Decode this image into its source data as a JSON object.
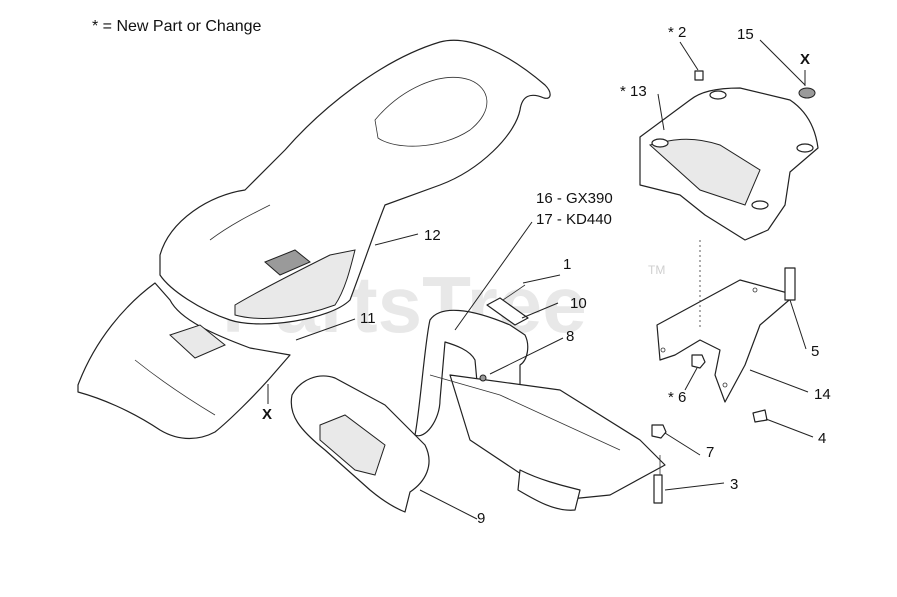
{
  "legend": "* = New Part or Change",
  "watermark": "PartsTree",
  "trademark": "TM",
  "callouts": [
    {
      "id": "c1",
      "text": "1"
    },
    {
      "id": "c2",
      "text": "* 2"
    },
    {
      "id": "c3",
      "text": "3"
    },
    {
      "id": "c4",
      "text": "4"
    },
    {
      "id": "c5",
      "text": "5"
    },
    {
      "id": "c6",
      "text": "* 6"
    },
    {
      "id": "c7",
      "text": "7"
    },
    {
      "id": "c8",
      "text": "8"
    },
    {
      "id": "c9",
      "text": "9"
    },
    {
      "id": "c10",
      "text": "10"
    },
    {
      "id": "c11",
      "text": "11"
    },
    {
      "id": "c12",
      "text": "12"
    },
    {
      "id": "c13",
      "text": "* 13"
    },
    {
      "id": "c14",
      "text": "14"
    },
    {
      "id": "c15",
      "text": "15"
    },
    {
      "id": "c16",
      "text": "16 - GX390"
    },
    {
      "id": "c17",
      "text": "17 - KD440"
    },
    {
      "id": "cx1",
      "text": "X"
    },
    {
      "id": "cx2",
      "text": "X"
    }
  ]
}
